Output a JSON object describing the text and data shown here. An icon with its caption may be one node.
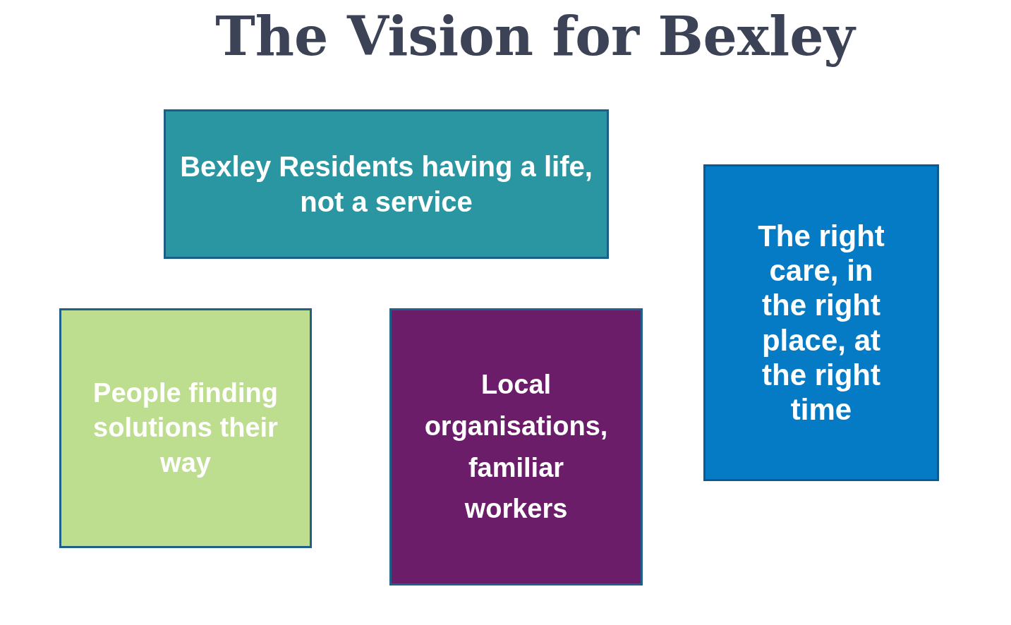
{
  "diagram": {
    "title": "The Vision for Bexley",
    "nodes": [
      {
        "text": [
          "Bexley Residents having a life, not a service"
        ]
      },
      {
        "text": [
          "The right care, in the right place, at the right time"
        ]
      },
      {
        "text": [
          "People finding solutions their way"
        ]
      },
      {
        "text": [
          "Local organisations, familiar workers"
        ]
      }
    ]
  }
}
